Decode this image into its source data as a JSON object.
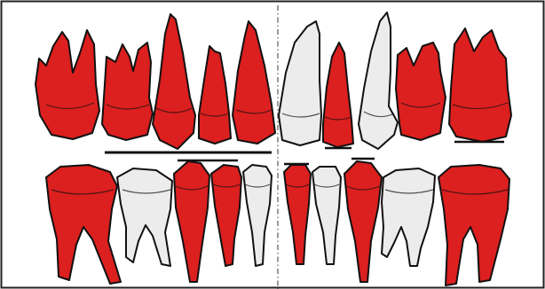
{
  "diagram": {
    "subject": "dental-chart",
    "colors": {
      "highlighted": "#dc1f1f",
      "plain": "#ececec",
      "outline": "#111111",
      "frame": "#222222",
      "midline": "#7a7a7a",
      "background": "#ffffff"
    },
    "upper_teeth": [
      {
        "id": "u1",
        "type": "molar",
        "state": "highlighted"
      },
      {
        "id": "u2",
        "type": "molar",
        "state": "highlighted"
      },
      {
        "id": "u3",
        "type": "canine",
        "state": "highlighted"
      },
      {
        "id": "u4",
        "type": "incisor",
        "state": "highlighted"
      },
      {
        "id": "u5",
        "type": "canine",
        "state": "highlighted"
      },
      {
        "id": "u6",
        "type": "incisor",
        "state": "plain"
      },
      {
        "id": "u7",
        "type": "incisor",
        "state": "highlighted"
      },
      {
        "id": "u8",
        "type": "canine",
        "state": "plain"
      },
      {
        "id": "u9",
        "type": "molar",
        "state": "highlighted"
      },
      {
        "id": "u10",
        "type": "molar",
        "state": "highlighted"
      }
    ],
    "lower_teeth": [
      {
        "id": "l1",
        "type": "molar",
        "state": "highlighted"
      },
      {
        "id": "l2",
        "type": "molar",
        "state": "plain"
      },
      {
        "id": "l3",
        "type": "canine",
        "state": "highlighted"
      },
      {
        "id": "l4",
        "type": "incisor",
        "state": "highlighted"
      },
      {
        "id": "l5",
        "type": "incisor",
        "state": "plain"
      },
      {
        "id": "l6",
        "type": "incisor",
        "state": "highlighted"
      },
      {
        "id": "l7",
        "type": "incisor",
        "state": "plain"
      },
      {
        "id": "l8",
        "type": "canine",
        "state": "highlighted"
      },
      {
        "id": "l9",
        "type": "molar",
        "state": "plain"
      },
      {
        "id": "l10",
        "type": "molar",
        "state": "highlighted"
      }
    ]
  }
}
